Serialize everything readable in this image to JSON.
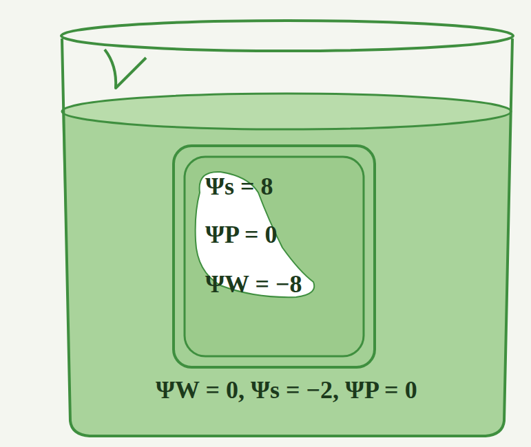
{
  "diagram": {
    "nodes": [
      {
        "text": [
          "ΨW = 0, Ψs = −2, ΨP = 0"
        ]
      },
      {
        "text": [
          "Ψs = 8",
          "ΨP = 0",
          "ΨW = −8"
        ],
        "in": 0
      }
    ]
  }
}
